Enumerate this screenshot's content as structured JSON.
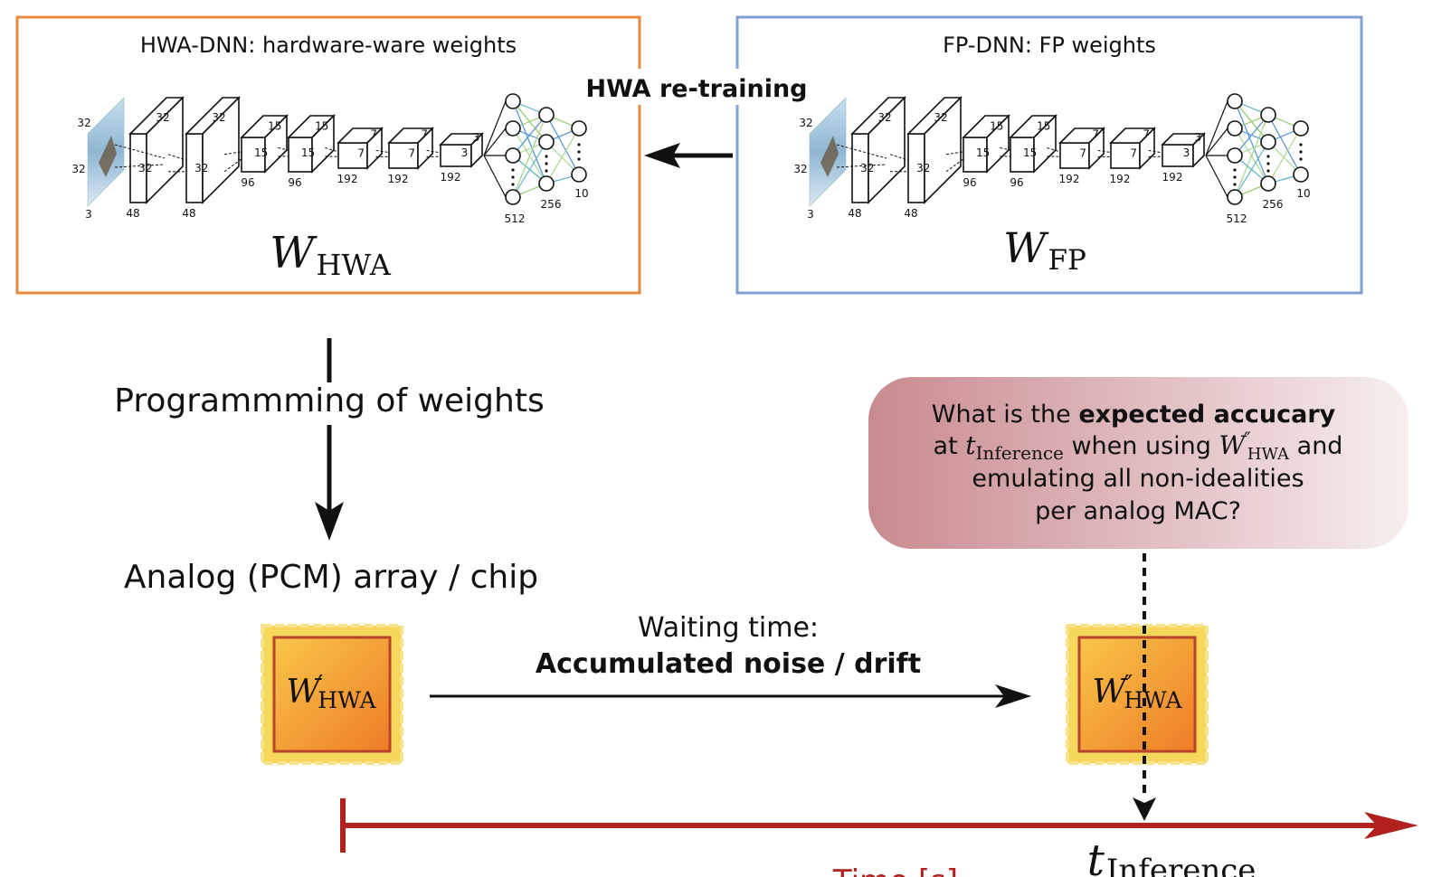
{
  "hwa_box": {
    "title": "HWA-DNN: hardware-ware weights",
    "math_main": "W",
    "math_sub": "HWA",
    "network": {
      "input": [
        "32",
        "32",
        "3"
      ],
      "conv1": [
        "32",
        "32",
        "48"
      ],
      "conv2": [
        "32",
        "32",
        "48"
      ],
      "conv3": [
        "15",
        "15",
        "96"
      ],
      "conv4": [
        "15",
        "15",
        "96"
      ],
      "conv5": [
        "7",
        "7",
        "192"
      ],
      "conv6": [
        "7",
        "7",
        "192"
      ],
      "conv7": [
        "3",
        "3",
        "192"
      ],
      "fc": [
        "512",
        "256",
        "10"
      ]
    }
  },
  "fp_box": {
    "title": "FP-DNN: FP weights",
    "math_main": "W",
    "math_sub": "FP",
    "network": {
      "input": [
        "32",
        "32",
        "3"
      ],
      "conv1": [
        "32",
        "32",
        "48"
      ],
      "conv2": [
        "32",
        "32",
        "48"
      ],
      "conv3": [
        "15",
        "15",
        "96"
      ],
      "conv4": [
        "15",
        "15",
        "96"
      ],
      "conv5": [
        "7",
        "7",
        "192"
      ],
      "conv6": [
        "7",
        "7",
        "192"
      ],
      "conv7": [
        "3",
        "3",
        "192"
      ],
      "fc": [
        "512",
        "256",
        "10"
      ]
    }
  },
  "retraining_label": "HWA re-training",
  "programming_label": "Programmming of weights",
  "analog_label": "Analog (PCM) array / chip",
  "chip_left": {
    "main": "W",
    "prime": "′",
    "sub": "HWA"
  },
  "chip_right": {
    "main": "W",
    "prime": "″",
    "sub": "HWA"
  },
  "waiting_label": "Waiting time:",
  "noise_label": "Accumulated noise / drift",
  "question": {
    "line1_pre": "What is the ",
    "line1_bold": "expected accucary",
    "line2_pre": "at ",
    "line2_t": "t",
    "line2_tsub": "Inference",
    "line2_mid": " when using ",
    "line2_w": "W",
    "line2_wprime": "″",
    "line2_wsub": "HWA",
    "line2_post": " and",
    "line3": "emulating all non-idealities",
    "line4": "per analog MAC?"
  },
  "time_axis": {
    "t_label": "t",
    "t_sub": "Inference",
    "cut_label": "Time [s]"
  },
  "colors": {
    "hwa_border": "#ec8a3c",
    "fp_border": "#7f9fd6",
    "timeline": "#b0211f",
    "chip_gold": "#f6d94a",
    "chip_orange": "#ef8e2c",
    "chip_border": "#b8442c",
    "bubble": "#e9cfd0"
  }
}
